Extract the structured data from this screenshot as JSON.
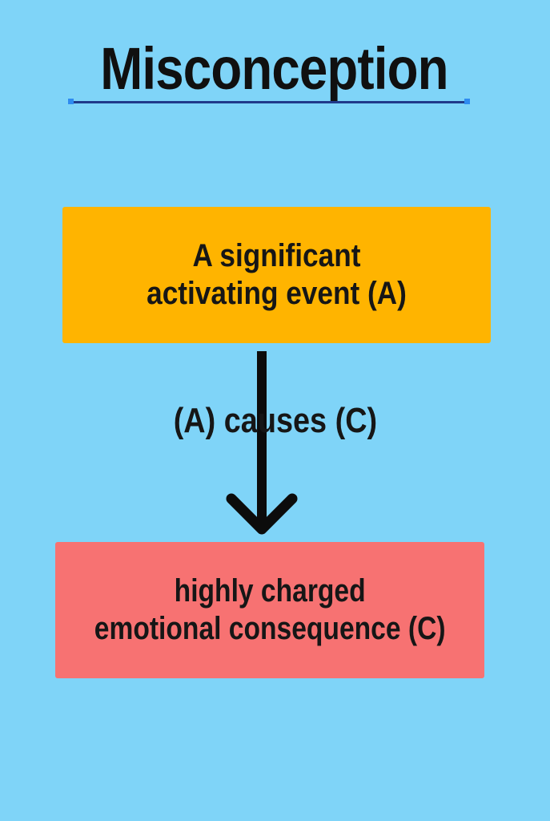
{
  "title": "Misconception",
  "box_a": {
    "line1": "A significant",
    "line2": "activating event (A)"
  },
  "edge_label": "(A) causes (C)",
  "box_c": {
    "line1": "highly charged",
    "line2": "emotional consequence (C)"
  },
  "colors": {
    "background": "#7fd4f8",
    "box_a": "#ffb400",
    "box_c": "#f77272",
    "text": "#161616",
    "selection_handle": "#2f8bf0"
  }
}
